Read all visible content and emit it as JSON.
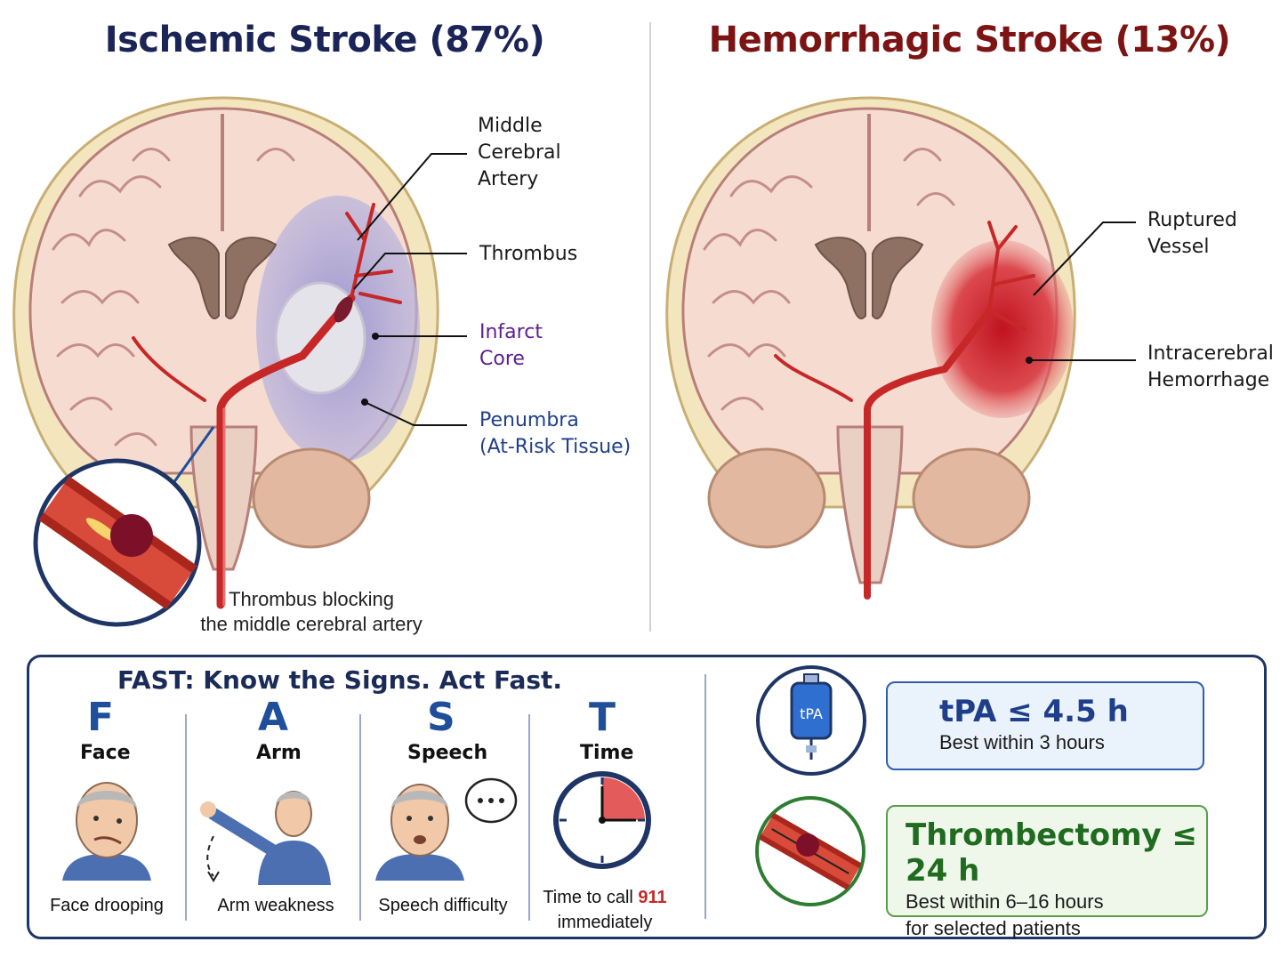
{
  "ischemic": {
    "title": "Ischemic Stroke (87%)",
    "labels": {
      "mca": [
        "Middle",
        "Cerebral",
        "Artery"
      ],
      "thrombus": "Thrombus",
      "infarct": [
        "Infarct",
        "Core"
      ],
      "penumbra": [
        "Penumbra",
        "(At-Risk Tissue)"
      ]
    },
    "caption": [
      "Thrombus blocking",
      "the middle cerebral artery"
    ]
  },
  "hemorrhagic": {
    "title": "Hemorrhagic Stroke (13%)",
    "labels": {
      "ruptured": [
        "Ruptured",
        "Vessel"
      ],
      "ich": [
        "Intracerebral",
        "Hemorrhage"
      ]
    }
  },
  "fast": {
    "title": "FAST: Know the Signs. Act Fast.",
    "items": [
      {
        "letter": "F",
        "word": "Face",
        "desc": "Face drooping"
      },
      {
        "letter": "A",
        "word": "Arm",
        "desc": "Arm weakness"
      },
      {
        "letter": "S",
        "word": "Speech",
        "desc": "Speech difficulty"
      },
      {
        "letter": "T",
        "word": "Time",
        "desc_pre": "Time to call ",
        "desc_num": "911",
        "desc_post": "immediately"
      }
    ]
  },
  "treatments": {
    "tpa": {
      "icon_label": "tPA",
      "heading": "tPA ≤ 4.5 h",
      "sub": "Best within 3 hours"
    },
    "thrombectomy": {
      "heading": "Thrombectomy ≤ 24 h",
      "sub": [
        "Best within 6–16 hours",
        "for selected patients"
      ]
    }
  },
  "colors": {
    "ischemic_title": "#1b2457",
    "hemorrhagic_title": "#7d1414",
    "infarct_label": "#5b1f8f",
    "penumbra_label": "#1f3f8a",
    "fast_letter": "#1f4e9a",
    "tpa_heading": "#1f3f8a",
    "thrombectomy_heading": "#1f6b1f",
    "call_911": "#c62828"
  }
}
